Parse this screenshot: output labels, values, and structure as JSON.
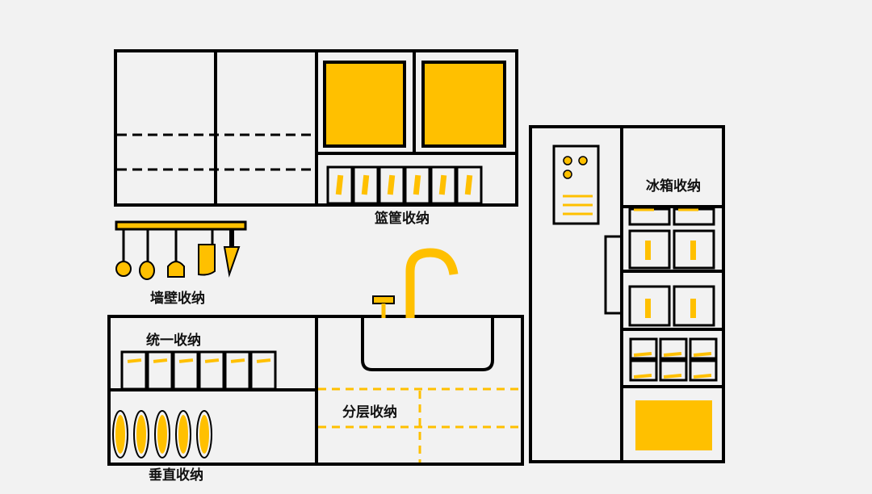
{
  "colors": {
    "background": "#f2f2f2",
    "outline": "#000000",
    "accent": "#ffc000",
    "panel_fill": "#f2f2f2"
  },
  "labels": {
    "basket_storage": "篮筐收纳",
    "wall_storage": "墙壁收纳",
    "unified_storage": "统一收纳",
    "vertical_storage": "垂直收纳",
    "layered_storage": "分层收纳",
    "fridge_storage": "冰箱收纳"
  },
  "icons": {
    "upper_cabinet": "wall-cabinet-icon",
    "baskets": "storage-basket-icon",
    "wall_rail": "utensil-rail-icon",
    "sink": "sink-faucet-icon",
    "plates": "dish-rack-icon",
    "fridge": "refrigerator-icon"
  }
}
